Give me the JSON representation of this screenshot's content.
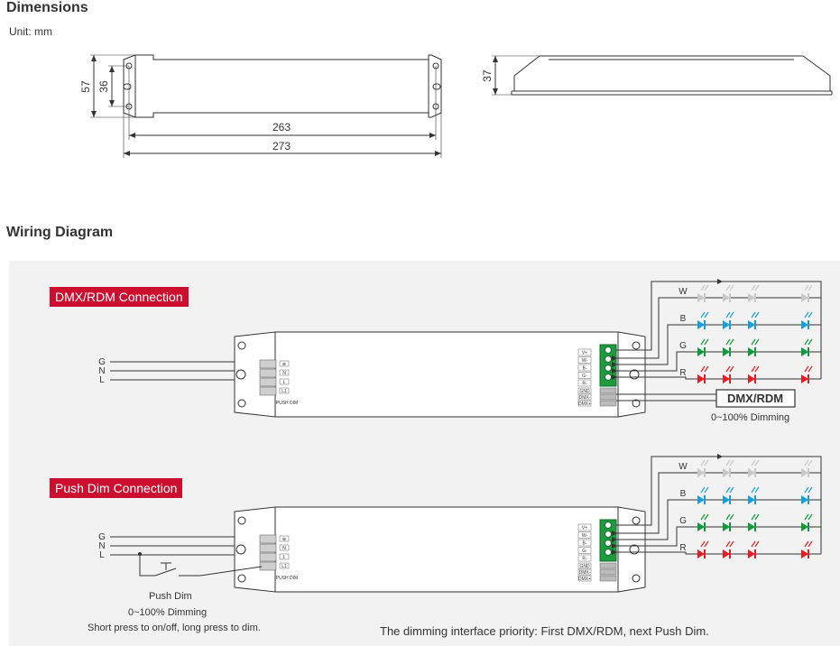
{
  "headings": {
    "dimensions": "Dimensions",
    "wiring": "Wiring Diagram"
  },
  "unit": "Unit: mm",
  "dimensions": {
    "height_outer": "57",
    "height_inner": "36",
    "length_inner": "263",
    "length_outer": "273",
    "side_height": "37"
  },
  "dmx_section": {
    "title": "DMX/RDM Connection",
    "box_label": "DMX/RDM",
    "caption": "0~100% Dimming"
  },
  "push_section": {
    "title": "Push Dim Connection",
    "caption_1": "Push Dim",
    "caption_2": "0~100% Dimming",
    "caption_3": "Short press to on/off, long press to dim."
  },
  "mains_labels": [
    "G",
    "N",
    "L"
  ],
  "channel_labels": [
    "W",
    "B",
    "G",
    "R"
  ],
  "terminal_labels": {
    "input": [
      "⊕",
      "N",
      "L",
      "L1"
    ],
    "output": [
      "V+",
      "W-",
      "B-",
      "G-",
      "R-"
    ],
    "dmx": [
      "GND",
      "DMX-",
      "DMX+"
    ],
    "push": "PUSH DIM"
  },
  "priority_note": "The dimming interface priority: First DMX/RDM, next Push Dim.",
  "colors": {
    "W": "#c8c8c8",
    "B": "#1a9ed9",
    "G": "#109a3c",
    "R": "#e31e24",
    "badge": "#cc0f2f"
  }
}
